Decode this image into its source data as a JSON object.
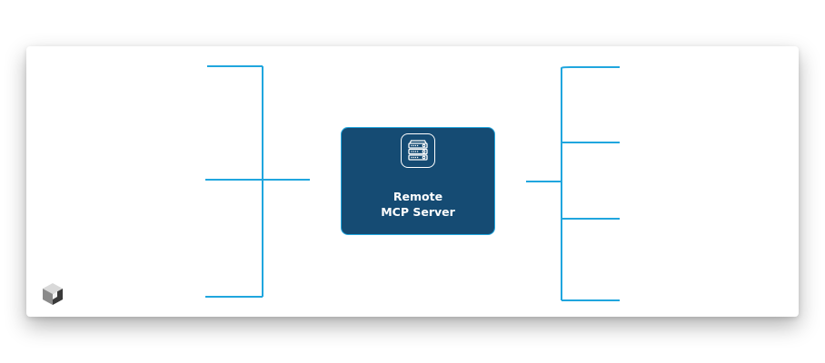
{
  "diagram": {
    "center_node": {
      "title_line1": "Remote",
      "title_line2": "MCP Server",
      "icon": "server-rack-icon"
    },
    "left_branches": 3,
    "right_branches": 4,
    "logo_icon": "cube-logo-icon",
    "colors": {
      "connector": "#20a6de",
      "node_fill": "#154b73",
      "node_border": "#20a6de",
      "node_text": "#ffffff",
      "background": "#ffffff"
    }
  }
}
